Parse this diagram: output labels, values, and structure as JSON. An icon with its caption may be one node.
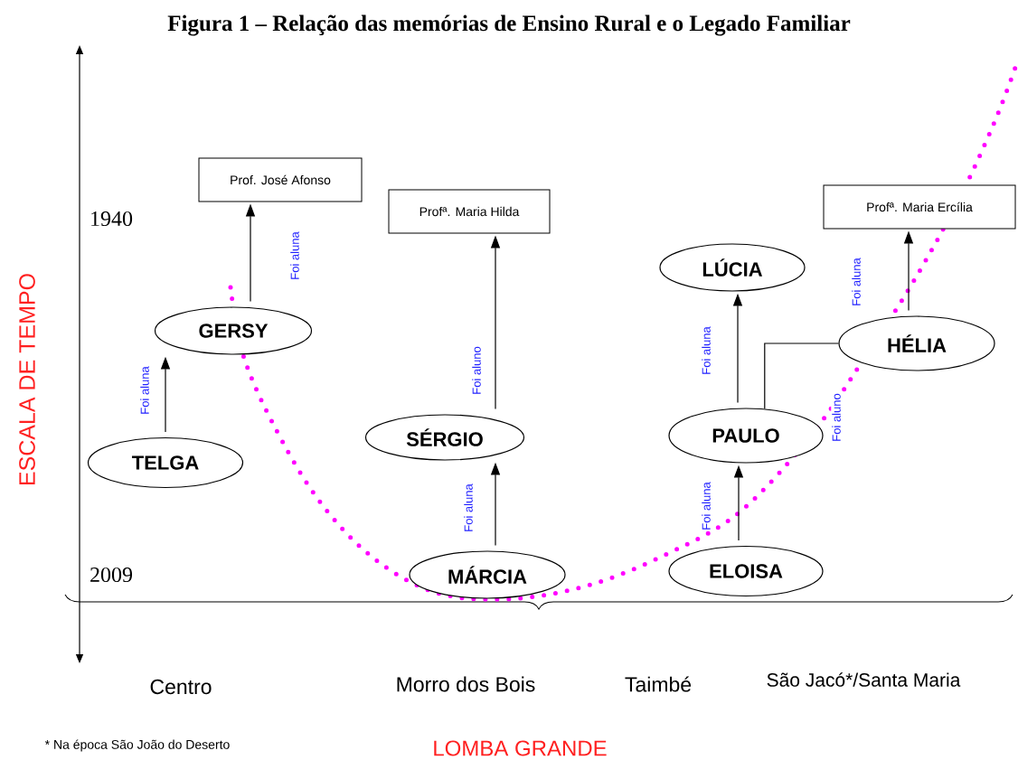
{
  "diagram": {
    "title": "Figura 1 – Relação das memórias de Ensino Rural e o Legado Familiar",
    "nodes": [
      {
        "text": [
          "Prof. José Afonso"
        ]
      },
      {
        "text": [
          "Profª. Maria Hilda"
        ]
      },
      {
        "text": [
          "Profª. Maria Ercília"
        ]
      },
      {
        "text": [
          "LÚCIA"
        ]
      },
      {
        "text": [
          "GERSY"
        ]
      },
      {
        "text": [
          "HÉLIA"
        ]
      },
      {
        "text": [
          "SÉRGIO"
        ]
      },
      {
        "text": [
          "PAULO"
        ]
      },
      {
        "text": [
          "TELGA"
        ]
      },
      {
        "text": [
          "MÁRCIA"
        ]
      },
      {
        "text": [
          "ELOISA"
        ]
      }
    ],
    "edges": [
      {
        "from": 8,
        "to": 4,
        "arrow": "to",
        "label": "Foi aluna"
      },
      {
        "from": 4,
        "to": 0,
        "arrow": "to",
        "label": "Foi aluna"
      },
      {
        "from": 9,
        "to": 6,
        "arrow": "to",
        "label": "Foi aluna"
      },
      {
        "from": 6,
        "to": 1,
        "arrow": "to",
        "label": "Foi aluno"
      },
      {
        "from": 10,
        "to": 7,
        "arrow": "to",
        "label": "Foi aluna"
      },
      {
        "from": 7,
        "to": 3,
        "arrow": "to",
        "label": "Foi aluna"
      },
      {
        "from": 7,
        "to": 5,
        "arrow": "none",
        "label": "Foi aluno"
      },
      {
        "from": 5,
        "to": 2,
        "arrow": "to",
        "label": "Foi aluna"
      }
    ],
    "labels": [
      "ESCALA DE TEMPO",
      "1940",
      "2009",
      "Centro",
      "Morro dos Bois",
      "Taimbé",
      "São Jacó*/Santa Maria",
      "* Na época São João do Deserto",
      "LOMBA GRANDE"
    ]
  }
}
